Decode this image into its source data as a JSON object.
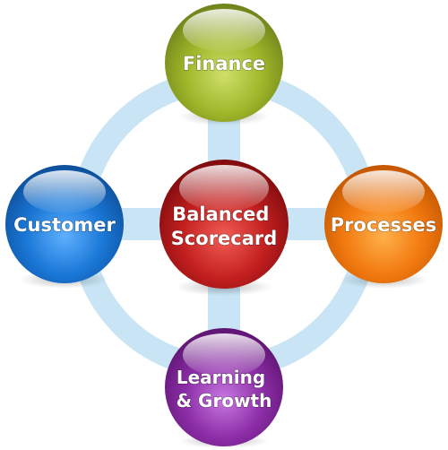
{
  "nodes": {
    "center": {
      "lines": [
        "Balanced",
        "Scorecard"
      ],
      "color": "#b8181b"
    },
    "top": {
      "lines": [
        "Finance"
      ],
      "color": "#8fa622"
    },
    "left": {
      "lines": [
        "Customer"
      ],
      "color": "#1467c4"
    },
    "right": {
      "lines": [
        "Processes"
      ],
      "color": "#e86a08"
    },
    "bottom": {
      "lines": [
        "Learning",
        "& Growth"
      ],
      "color": "#7d2294"
    }
  },
  "connector_color": "#c9e5f5"
}
